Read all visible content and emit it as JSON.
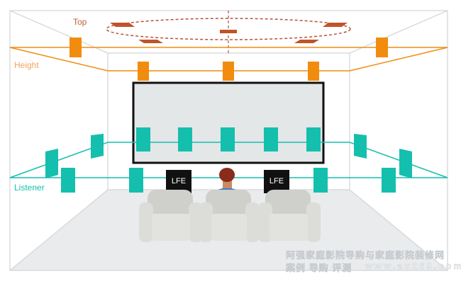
{
  "labels": {
    "top": "Top",
    "height": "Height",
    "listener": "Listener"
  },
  "subwoofers": [
    "LFE",
    "LFE"
  ],
  "watermark": {
    "line1": "阿强家庭影院导购与家庭影院装修网",
    "line2": "案例 导购 评测",
    "url": "www.av269.com"
  },
  "colors": {
    "top": "#c0532a",
    "height": "#f28c0f",
    "listener": "#14bfae",
    "screen": "#e4e7e7"
  }
}
